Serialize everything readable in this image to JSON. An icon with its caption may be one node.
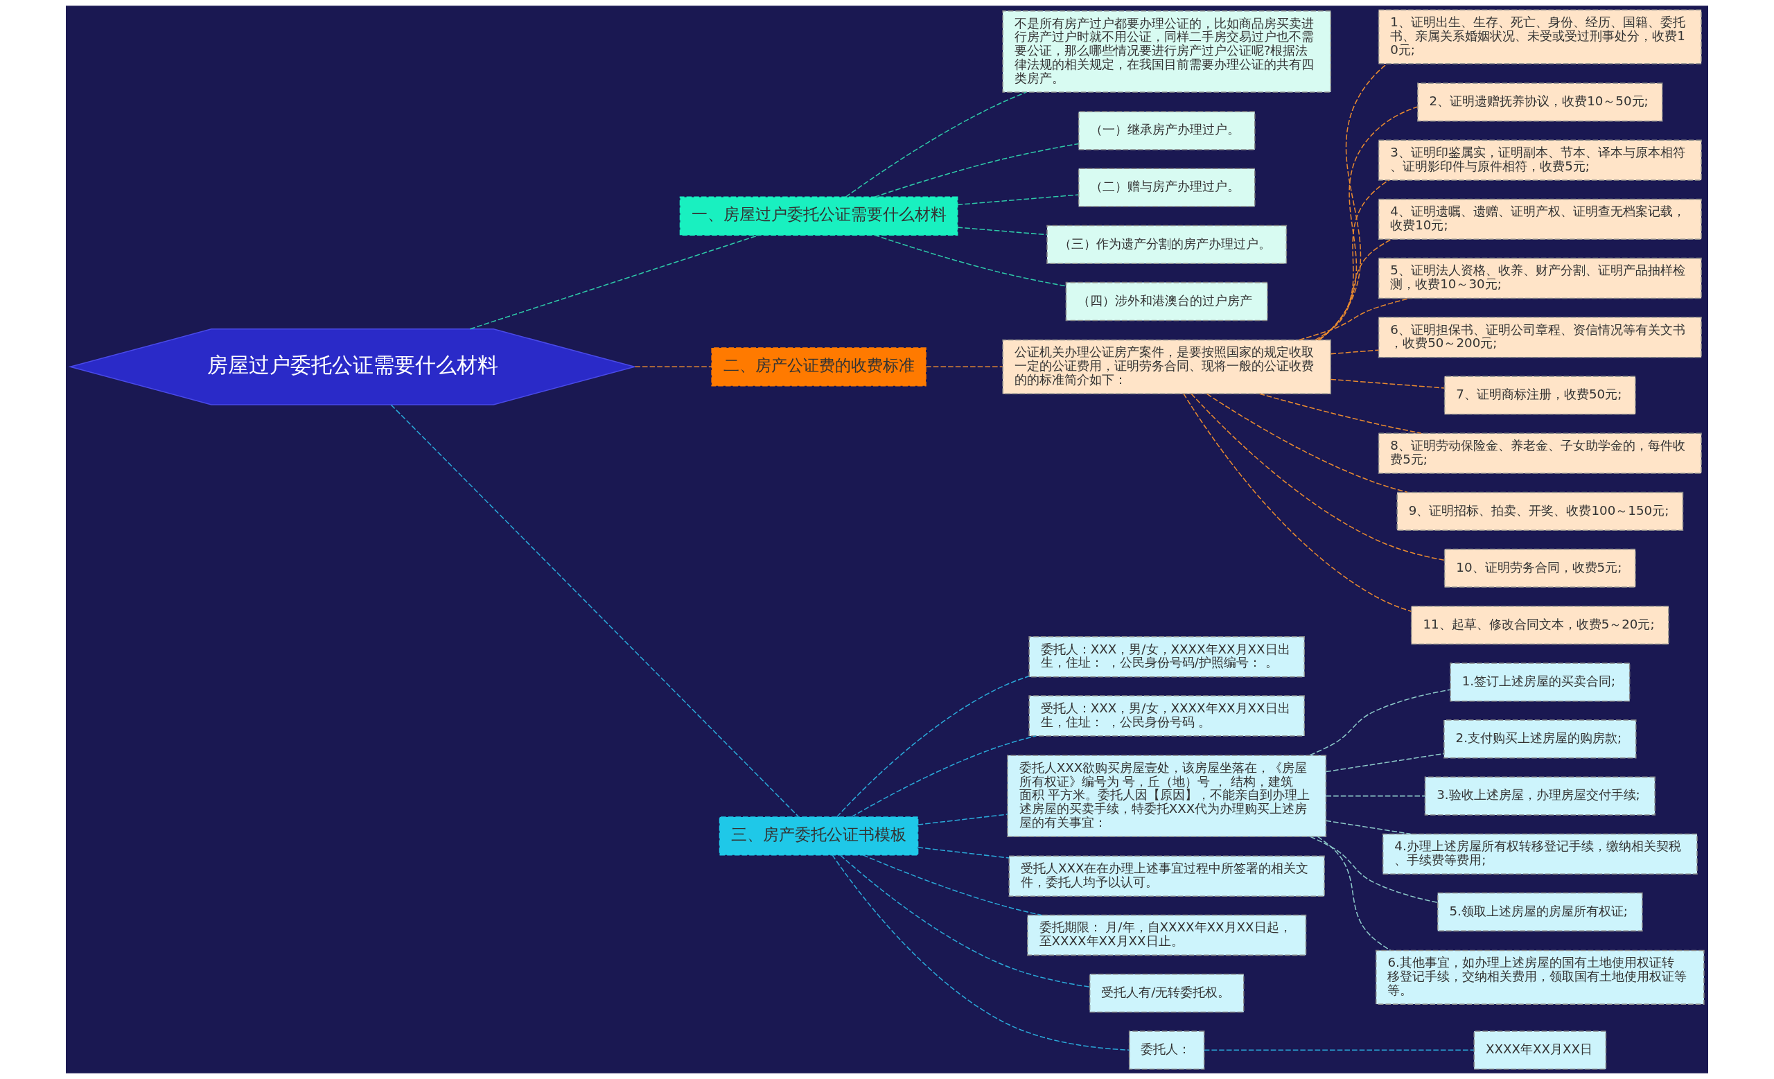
{
  "diagram": {
    "nodes": [
      {
        "text": [
          "房屋过户委托公证需要什么材料"
        ]
      },
      {
        "text": [
          "一、房屋过户委托公证需要什么材料"
        ]
      },
      {
        "text": [
          "不是所有房产过户都要办理公证的，比如商品房买卖进行房产过户时就不用公证，同样二手房交易过户也不需要公证，那么哪些情况要进行房产过户公证呢?根据法律法规的相关规定，在我国目前需要办理公证的共有四类房产。"
        ]
      },
      {
        "text": [
          "（一）继承房产办理过户。"
        ]
      },
      {
        "text": [
          "（二）赠与房产办理过户。"
        ]
      },
      {
        "text": [
          "（三）作为遗产分割的房产办理过户。"
        ]
      },
      {
        "text": [
          "（四）涉外和港澳台的过户房产"
        ]
      },
      {
        "text": [
          "二、房产公证费的收费标准"
        ]
      },
      {
        "text": [
          "公证机关办理公证房产案件，是要按照国家的规定收取一定的公证费用，证明劳务合同、现将一般的公证收费的的标准简介如下："
        ]
      },
      {
        "text": [
          "1、证明出生、生存、死亡、身份、经历、国籍、委托书、亲属关系婚姻状况、未受或受过刑事处分，收费10元;"
        ]
      },
      {
        "text": [
          "2、证明遗赠抚养协议，收费10～50元;"
        ]
      },
      {
        "text": [
          "3、证明印鉴属实，证明副本、节本、译本与原本相符、证明影印件与原件相符，收费5元;"
        ]
      },
      {
        "text": [
          "4、证明遗嘱、遗赠、证明产权、证明查无档案记载，收费10元;"
        ]
      },
      {
        "text": [
          "5、证明法人资格、收养、财产分割、证明产品抽样检测，收费10～30元;"
        ]
      },
      {
        "text": [
          "6、证明担保书、证明公司章程、资信情况等有关文书，收费50～200元;"
        ]
      },
      {
        "text": [
          "7、证明商标注册，收费50元;"
        ]
      },
      {
        "text": [
          "8、证明劳动保险金、养老金、子女助学金的，每件收费5元;"
        ]
      },
      {
        "text": [
          "9、证明招标、拍卖、开奖、收费100～150元;"
        ]
      },
      {
        "text": [
          "10、证明劳务合同，收费5元;"
        ]
      },
      {
        "text": [
          "11、起草、修改合同文本，收费5～20元;"
        ]
      },
      {
        "text": [
          "三、房产委托公证书模板"
        ]
      },
      {
        "text": [
          "委托人：XXX，男/女，XXXX年XX月XX日出生，住址： ，公民身份号码/护照编号： 。"
        ]
      },
      {
        "text": [
          "受托人：XXX，男/女，XXXX年XX月XX日出生，住址： ，公民身份号码 。"
        ]
      },
      {
        "text": [
          "委托人XXX欲购买房屋壹处，该房屋坐落在，《房屋所有权证》编号为 号，丘（地）号 ， 结构，建筑面积 平方米。委托人因【原因】，不能亲自到办理上述房屋的买卖手续，特委托XXX代为办理购买上述房屋的有关事宜："
        ]
      },
      {
        "text": [
          "1.签订上述房屋的买卖合同;"
        ]
      },
      {
        "text": [
          "2.支付购买上述房屋的购房款;"
        ]
      },
      {
        "text": [
          "3.验收上述房屋，办理房屋交付手续;"
        ]
      },
      {
        "text": [
          "4.办理上述房屋所有权转移登记手续，缴纳相关契税、手续费等费用;"
        ]
      },
      {
        "text": [
          "5.领取上述房屋的房屋所有权证;"
        ]
      },
      {
        "text": [
          "6.其他事宜，如办理上述房屋的国有土地使用权证转移登记手续，交纳相关费用，领取国有土地使用权证等等。"
        ]
      },
      {
        "text": [
          "受托人XXX在在办理上述事宜过程中所签署的相关文件，委托人均予以认可。"
        ]
      },
      {
        "text": [
          "委托期限： 月/年，自XXXX年XX月XX日起，至XXXX年XX月XX日止。"
        ]
      },
      {
        "text": [
          "受托人有/无转委托权。"
        ]
      },
      {
        "text": [
          "委托人："
        ]
      },
      {
        "text": [
          "XXXX年XX月XX日"
        ]
      }
    ],
    "edges": [
      {
        "from": 0,
        "to": 1,
        "arrow": "none",
        "style": "dashed",
        "color": "#2ec8a8"
      },
      {
        "from": 1,
        "to": 2,
        "arrow": "none",
        "style": "dashed",
        "color": "#2ec8a8"
      },
      {
        "from": 1,
        "to": 3,
        "arrow": "none",
        "style": "dashed",
        "color": "#2ec8a8"
      },
      {
        "from": 1,
        "to": 4,
        "arrow": "none",
        "style": "dashed",
        "color": "#2ec8a8"
      },
      {
        "from": 1,
        "to": 5,
        "arrow": "none",
        "style": "dashed",
        "color": "#2ec8a8"
      },
      {
        "from": 1,
        "to": 6,
        "arrow": "none",
        "style": "dashed",
        "color": "#2ec8a8"
      },
      {
        "from": 0,
        "to": 7,
        "arrow": "none",
        "style": "dashed",
        "color": "#e88a30"
      },
      {
        "from": 7,
        "to": 8,
        "arrow": "none",
        "style": "dashed",
        "color": "#e88a30"
      },
      {
        "from": 8,
        "to": 9,
        "arrow": "none",
        "style": "dashed",
        "color": "#e88a30"
      },
      {
        "from": 8,
        "to": 10,
        "arrow": "none",
        "style": "dashed",
        "color": "#e88a30"
      },
      {
        "from": 8,
        "to": 11,
        "arrow": "none",
        "style": "dashed",
        "color": "#e88a30"
      },
      {
        "from": 8,
        "to": 12,
        "arrow": "none",
        "style": "dashed",
        "color": "#e88a30"
      },
      {
        "from": 8,
        "to": 13,
        "arrow": "none",
        "style": "dashed",
        "color": "#e88a30"
      },
      {
        "from": 8,
        "to": 14,
        "arrow": "none",
        "style": "dashed",
        "color": "#e88a30"
      },
      {
        "from": 8,
        "to": 15,
        "arrow": "none",
        "style": "dashed",
        "color": "#e88a30"
      },
      {
        "from": 8,
        "to": 16,
        "arrow": "none",
        "style": "dashed",
        "color": "#e88a30"
      },
      {
        "from": 8,
        "to": 17,
        "arrow": "none",
        "style": "dashed",
        "color": "#e88a30"
      },
      {
        "from": 8,
        "to": 18,
        "arrow": "none",
        "style": "dashed",
        "color": "#e88a30"
      },
      {
        "from": 8,
        "to": 19,
        "arrow": "none",
        "style": "dashed",
        "color": "#e88a30"
      },
      {
        "from": 0,
        "to": 20,
        "arrow": "none",
        "style": "dashed",
        "color": "#2aa8d8"
      },
      {
        "from": 20,
        "to": 21,
        "arrow": "none",
        "style": "dashed",
        "color": "#2aa8d8"
      },
      {
        "from": 20,
        "to": 22,
        "arrow": "none",
        "style": "dashed",
        "color": "#2aa8d8"
      },
      {
        "from": 20,
        "to": 23,
        "arrow": "none",
        "style": "dashed",
        "color": "#2aa8d8"
      },
      {
        "from": 23,
        "to": 24,
        "arrow": "none",
        "style": "dashed",
        "color": "#8cc8c8"
      },
      {
        "from": 23,
        "to": 25,
        "arrow": "none",
        "style": "dashed",
        "color": "#8cc8c8"
      },
      {
        "from": 23,
        "to": 26,
        "arrow": "none",
        "style": "dashed",
        "color": "#8cc8c8"
      },
      {
        "from": 23,
        "to": 27,
        "arrow": "none",
        "style": "dashed",
        "color": "#8cc8c8"
      },
      {
        "from": 23,
        "to": 28,
        "arrow": "none",
        "style": "dashed",
        "color": "#8cc8c8"
      },
      {
        "from": 23,
        "to": 29,
        "arrow": "none",
        "style": "dashed",
        "color": "#8cc8c8"
      },
      {
        "from": 20,
        "to": 30,
        "arrow": "none",
        "style": "dashed",
        "color": "#2aa8d8"
      },
      {
        "from": 20,
        "to": 31,
        "arrow": "none",
        "style": "dashed",
        "color": "#2aa8d8"
      },
      {
        "from": 20,
        "to": 32,
        "arrow": "none",
        "style": "dashed",
        "color": "#2aa8d8"
      },
      {
        "from": 20,
        "to": 33,
        "arrow": "none",
        "style": "dashed",
        "color": "#2aa8d8"
      },
      {
        "from": 33,
        "to": 34,
        "arrow": "none",
        "style": "dashed",
        "color": "#2aa8d8"
      }
    ]
  }
}
